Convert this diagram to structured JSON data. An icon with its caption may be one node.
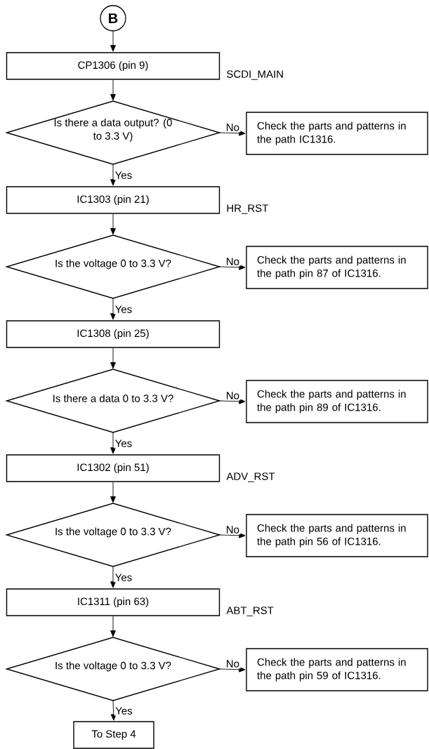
{
  "diagram": {
    "nodes": [
      {
        "text": [
          "B"
        ]
      },
      {
        "text": [
          "CP1306 (pin 9)"
        ],
        "beside": [
          "SCDI_MAIN"
        ]
      },
      {
        "text": [
          "Is there a data output? (0 to 3.3 V)"
        ]
      },
      {
        "text": [
          "Check the parts and patterns in the path IC1316."
        ]
      },
      {
        "text": [
          "IC1303 (pin 21)"
        ],
        "beside": [
          "HR_RST"
        ]
      },
      {
        "text": [
          "Is the voltage 0 to 3.3 V?"
        ]
      },
      {
        "text": [
          "Check the parts and patterns in the path pin 87 of IC1316."
        ]
      },
      {
        "text": [
          "IC1308 (pin 25)"
        ]
      },
      {
        "text": [
          "Is there a data  0 to 3.3 V?"
        ]
      },
      {
        "text": [
          "Check the parts and patterns in the path pin 89 of IC1316."
        ]
      },
      {
        "text": [
          "IC1302 (pin 51)"
        ],
        "beside": [
          "ADV_RST"
        ]
      },
      {
        "text": [
          "Is the voltage 0 to 3.3 V?"
        ]
      },
      {
        "text": [
          "Check the parts and patterns in the path pin 56 of IC1316."
        ]
      },
      {
        "text": [
          "IC1311 (pin 63)"
        ],
        "beside": [
          "ABT_RST"
        ]
      },
      {
        "text": [
          "Is the voltage 0 to 3.3 V?"
        ]
      },
      {
        "text": [
          "Check the parts and patterns in the path pin 59 of IC1316."
        ]
      },
      {
        "text": [
          "To Step 4"
        ]
      }
    ],
    "edges": [
      {
        "from": 0,
        "to": 1,
        "arrow": "to"
      },
      {
        "from": 1,
        "to": 2,
        "arrow": "to"
      },
      {
        "from": 2,
        "to": 3,
        "arrow": "to",
        "label": "No"
      },
      {
        "from": 2,
        "to": 4,
        "arrow": "to",
        "label": "Yes"
      },
      {
        "from": 4,
        "to": 5,
        "arrow": "to"
      },
      {
        "from": 5,
        "to": 6,
        "arrow": "to",
        "label": "No"
      },
      {
        "from": 5,
        "to": 7,
        "arrow": "to",
        "label": "Yes"
      },
      {
        "from": 7,
        "to": 8,
        "arrow": "to"
      },
      {
        "from": 8,
        "to": 9,
        "arrow": "to",
        "label": "No"
      },
      {
        "from": 8,
        "to": 10,
        "arrow": "to",
        "label": "Yes"
      },
      {
        "from": 10,
        "to": 11,
        "arrow": "to"
      },
      {
        "from": 11,
        "to": 12,
        "arrow": "to",
        "label": "No"
      },
      {
        "from": 11,
        "to": 13,
        "arrow": "to",
        "label": "Yes"
      },
      {
        "from": 13,
        "to": 14,
        "arrow": "to"
      },
      {
        "from": 14,
        "to": 15,
        "arrow": "to",
        "label": "No"
      },
      {
        "from": 14,
        "to": 16,
        "arrow": "to",
        "label": "Yes"
      }
    ]
  }
}
